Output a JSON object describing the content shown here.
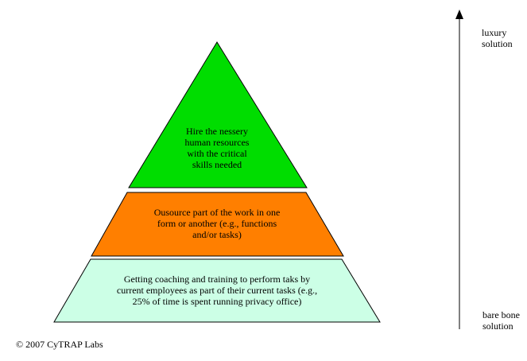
{
  "pyramid": {
    "top": {
      "text": "Hire the nessery\nhuman resources\nwith the critical\nskills needed",
      "color": "#00dd00"
    },
    "middle": {
      "text": "Ousource part of the work in one\nform or another (e.g., functions\nand/or tasks)",
      "color": "#ff7f00"
    },
    "bottom": {
      "text": "Getting coaching and training to perform taks by\ncurrent employees as part of their current tasks (e.g.,\n25% of time is spent running privacy office)",
      "color": "#ccffe6"
    }
  },
  "scale": {
    "top_label": "luxury\nsolution",
    "bottom_label": "bare bone\nsolution"
  },
  "footer": {
    "copyright": "© 2007 CyTRAP Labs"
  }
}
